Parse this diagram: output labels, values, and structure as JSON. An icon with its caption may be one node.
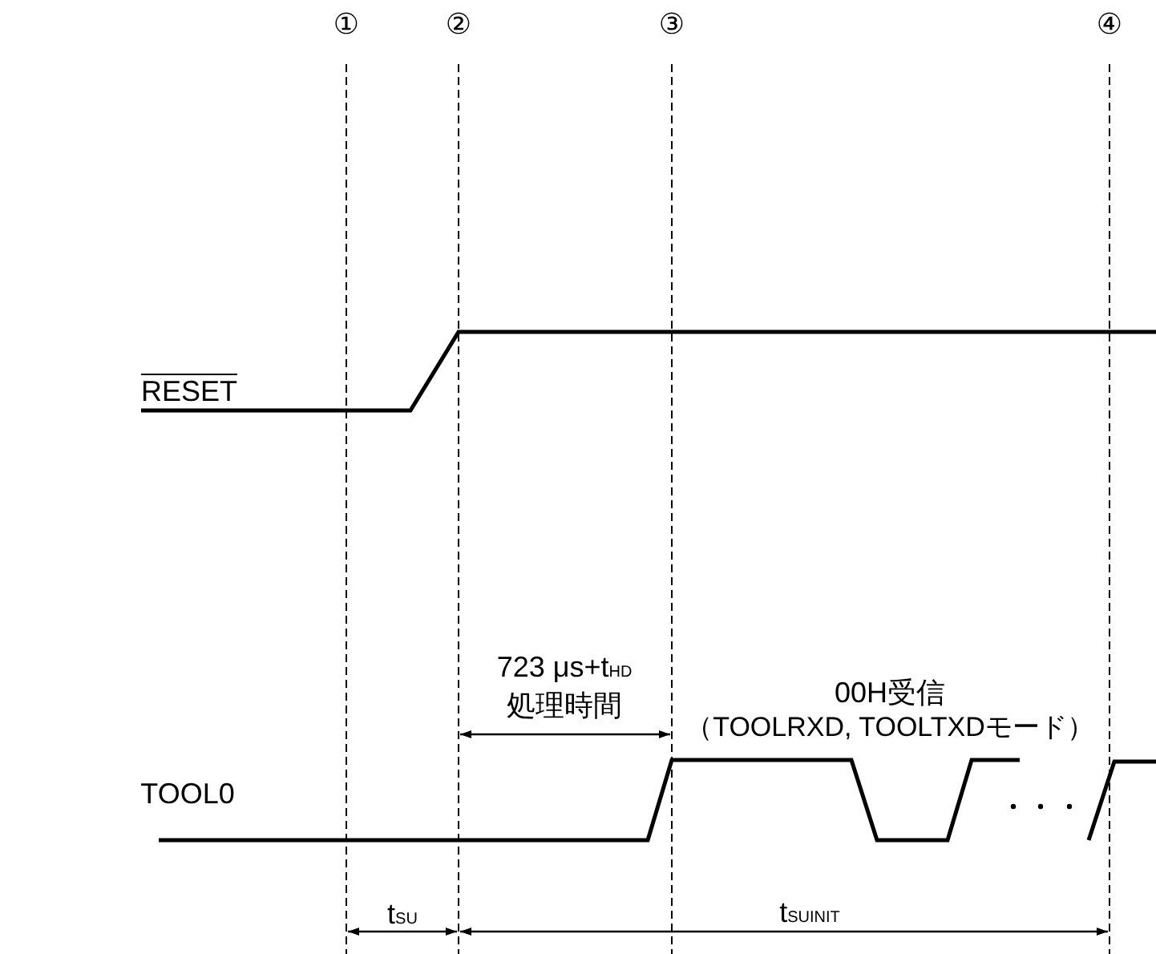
{
  "diagram": {
    "labels": [
      "①",
      "②",
      "③",
      "④",
      "RESET",
      "723 μs+t$_{HD}$",
      "処理時間",
      "00H受信",
      "（TOOLRXD, TOOLTXDモード）",
      "TOOL0",
      "t$_{SU}$",
      "t$_{SUINIT}$"
    ]
  }
}
